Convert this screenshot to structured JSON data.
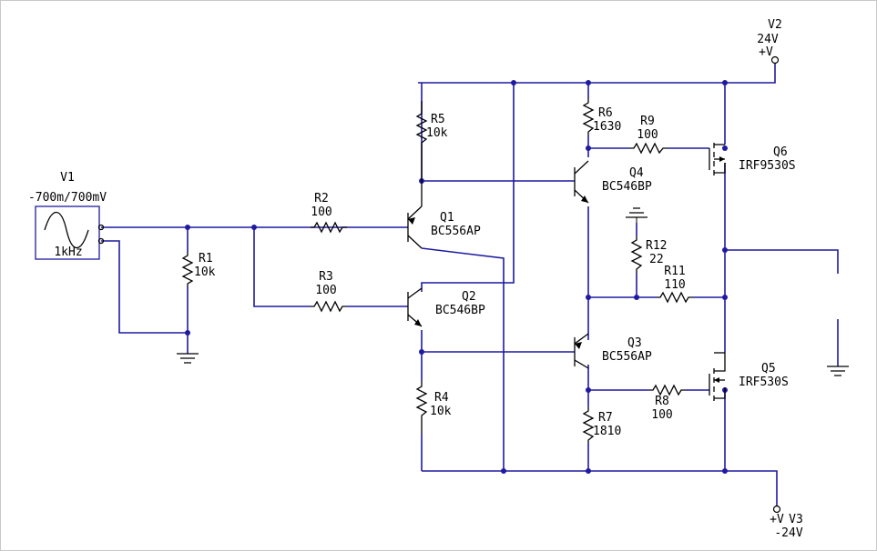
{
  "colors": {
    "wire": "#1f1aa0",
    "component": "#000000",
    "background": "#ffffff"
  },
  "sources": {
    "v1": {
      "name": "V1",
      "value": "-700m/700mV",
      "freq": "1kHz"
    },
    "v2": {
      "name": "V2",
      "value": "24V",
      "terminal": "+V"
    },
    "v3": {
      "name": "V3",
      "value": "-24V",
      "terminal": "+V"
    }
  },
  "resistors": {
    "r1": {
      "name": "R1",
      "value": "10k"
    },
    "r2": {
      "name": "R2",
      "value": "100"
    },
    "r3": {
      "name": "R3",
      "value": "100"
    },
    "r4": {
      "name": "R4",
      "value": "10k"
    },
    "r5": {
      "name": "R5",
      "value": "10k"
    },
    "r6": {
      "name": "R6",
      "value": "1630"
    },
    "r7": {
      "name": "R7",
      "value": "1810"
    },
    "r8": {
      "name": "R8",
      "value": "100"
    },
    "r9": {
      "name": "R9",
      "value": "100"
    },
    "r11": {
      "name": "R11",
      "value": "110"
    },
    "r12": {
      "name": "R12",
      "value": "22"
    }
  },
  "transistors": {
    "q1": {
      "name": "Q1",
      "part": "BC556AP"
    },
    "q2": {
      "name": "Q2",
      "part": "BC546BP"
    },
    "q3": {
      "name": "Q3",
      "part": "BC556AP"
    },
    "q4": {
      "name": "Q4",
      "part": "BC546BP"
    },
    "q5": {
      "name": "Q5",
      "part": "IRF530S"
    },
    "q6": {
      "name": "Q6",
      "part": "IRF9530S"
    }
  }
}
